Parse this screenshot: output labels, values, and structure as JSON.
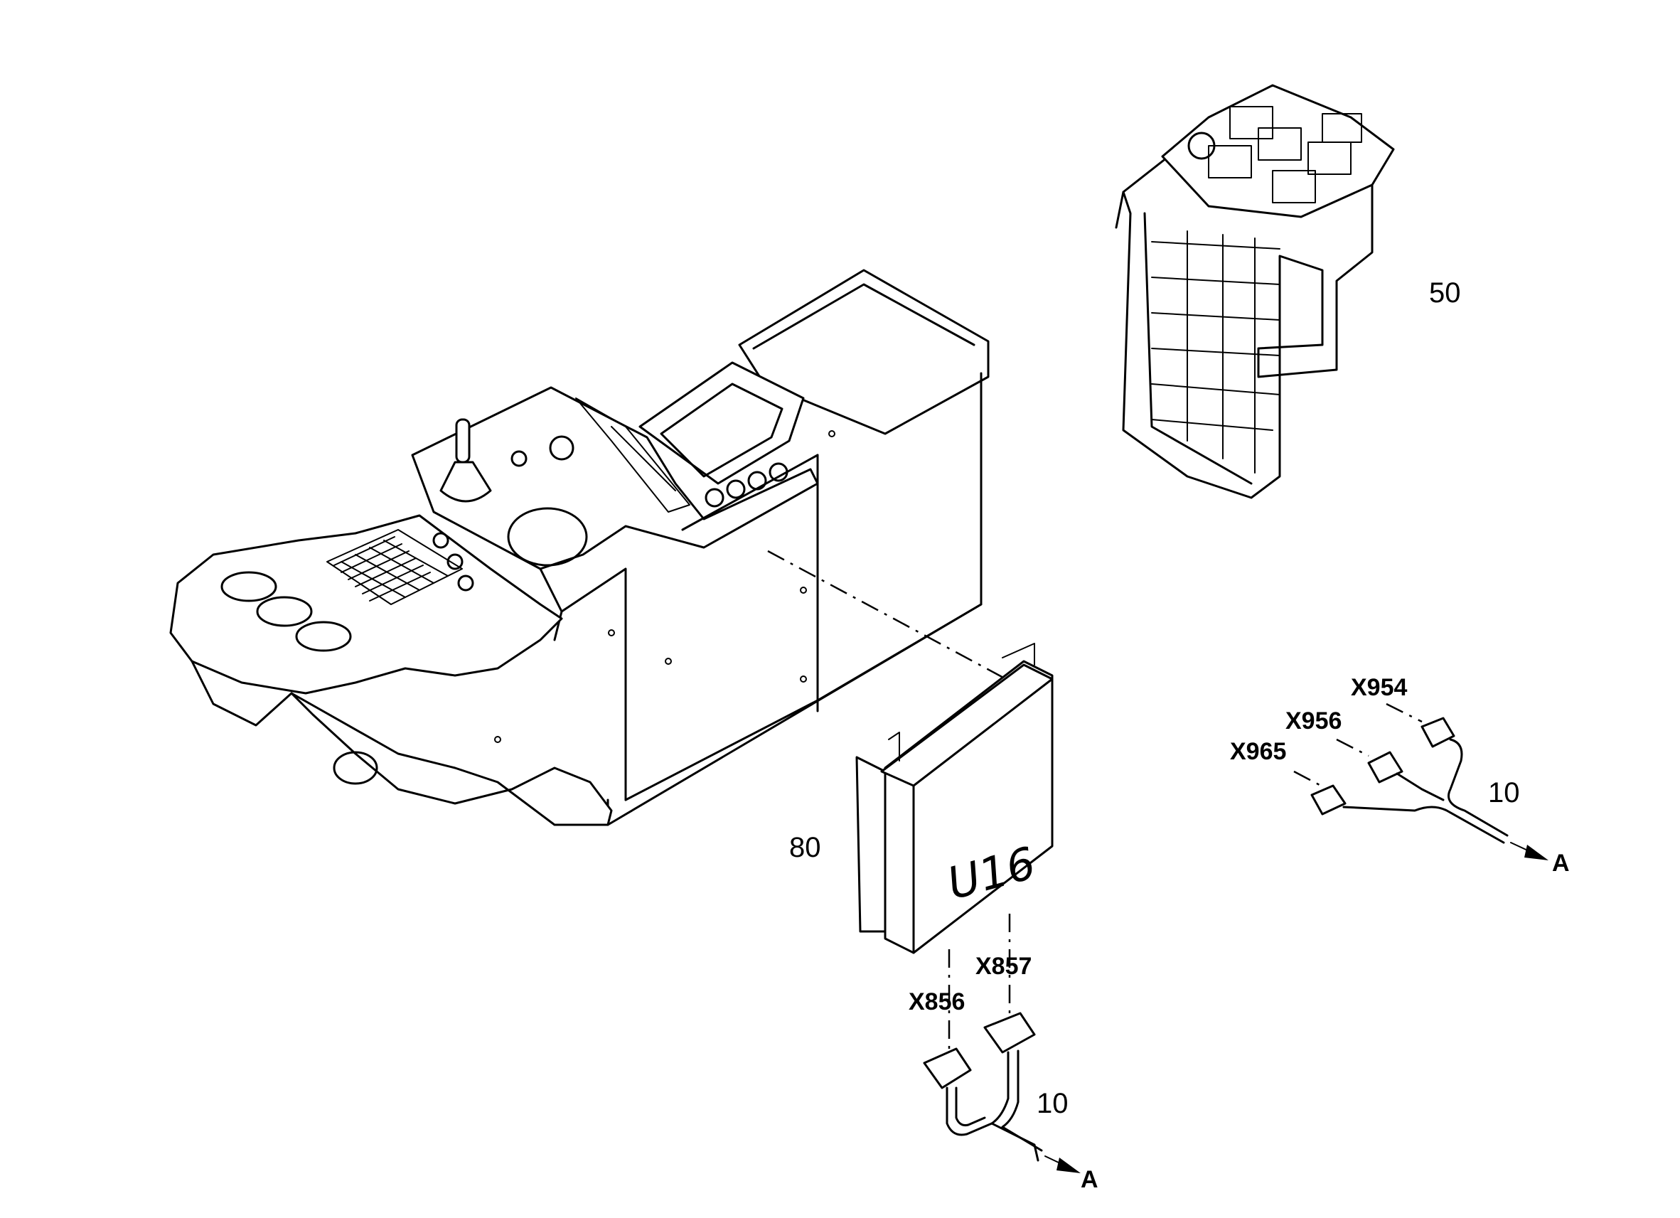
{
  "callouts": {
    "relay_panel": "50",
    "control_unit": "80",
    "harness_upper": "10",
    "harness_lower": "10"
  },
  "control_unit_label": "U16",
  "connectors": {
    "x954": "X954",
    "x956": "X956",
    "x965": "X965",
    "x856": "X856",
    "x857": "X857"
  },
  "arrow_refs": {
    "upper": "A",
    "lower": "A"
  }
}
